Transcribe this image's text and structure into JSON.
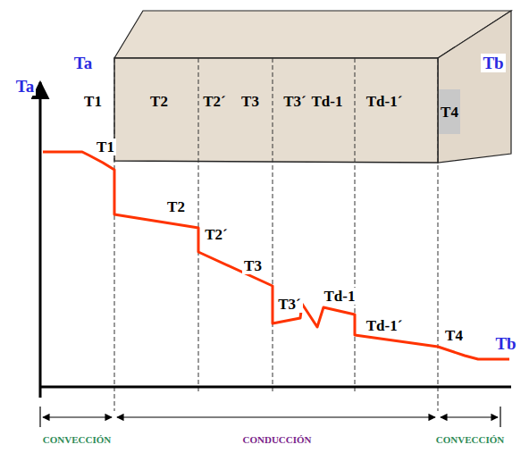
{
  "diagram": {
    "labels": [
      "Ta",
      "T1",
      "T2",
      "T2´",
      "T3",
      "T3´",
      "Td-1",
      "Td-1´",
      "T4",
      "Tb",
      "Ta",
      "T1",
      "T2",
      "T2´",
      "T3",
      "T3´",
      "Td-1",
      "Td-1´",
      "T4",
      "Tb",
      "CONVECCIÓN",
      "CONDUCCIÓN",
      "CONVECCIÓN"
    ]
  }
}
